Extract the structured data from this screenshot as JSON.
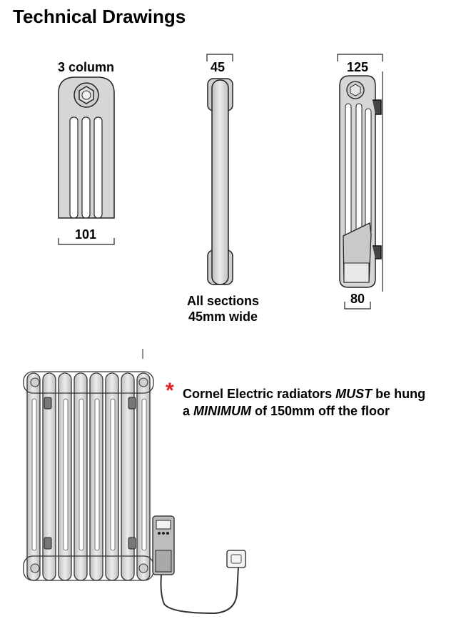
{
  "header": {
    "title": "Technical Drawings"
  },
  "front_view": {
    "label": "3 column",
    "width_label": "101"
  },
  "side_view": {
    "width_label": "45",
    "note_line1": "All sections",
    "note_line2": "45mm wide"
  },
  "depth_view": {
    "top_label": "125",
    "bottom_label": "80"
  },
  "warning": {
    "asterisk": "*",
    "line1_part1": "Cornel Electric radiators ",
    "line1_emph": "MUST",
    "line1_part2": " be hung",
    "line2_part1": "a ",
    "line2_emph": "MINIMUM",
    "line2_part2": " of 150mm off the floor"
  },
  "colors": {
    "asterisk": "#e31e24",
    "radiator_fill": "#d9d9d9",
    "outline": "#222222"
  }
}
